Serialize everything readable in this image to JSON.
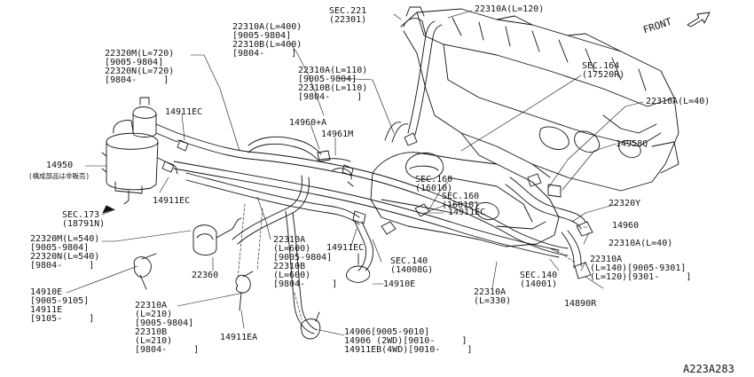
{
  "front_label": "FRONT",
  "drawing_ref": "A223A283",
  "labels": {
    "sec221": [
      "SEC.221",
      "(22301)"
    ],
    "l22310a_120": [
      "22310A(L=120)"
    ],
    "l22310a_400": [
      "22310A(L=400)",
      "[9005-9804]",
      "22310B(L=400)",
      "[9804-     ]"
    ],
    "l22320m_720": [
      "22320M(L=720)",
      "[9005-9804]",
      "22320N(L=720)",
      "[9804-     ]"
    ],
    "sec164": [
      "SEC.164",
      "(17520R)"
    ],
    "l22310a_110": [
      "22310A(L=110)",
      "[9005-9804]",
      "22310B(L=110)",
      "[9804-     ]"
    ],
    "l22310a_40_top": [
      "22310A(L=40)"
    ],
    "l14911ec_top": [
      "14911EC"
    ],
    "l14960a": [
      "14960+A"
    ],
    "l14961m": [
      "14961M"
    ],
    "l14958q": [
      "14958Q"
    ],
    "l14950": [
      "14950"
    ],
    "l14950_note": [
      "(構成部品は非販売)"
    ],
    "sec160_a": [
      "SEC.160",
      "(16010)"
    ],
    "sec160_b": [
      "SEC.160",
      "(16010)"
    ],
    "l14911ec_left": [
      "14911EC"
    ],
    "l14911ec_right": [
      "14911EC"
    ],
    "l22320y": [
      "22320Y"
    ],
    "sec173": [
      "SEC.173",
      "(18791N)"
    ],
    "l14960": [
      "14960"
    ],
    "l22310a_40_right": [
      "22310A(L=40)"
    ],
    "l22320m_540": [
      "22320M(L=540)",
      "[9005-9804]",
      "22320N(L=540)",
      "[9804-     ]"
    ],
    "l22310a_600": [
      "22310A",
      "(L=600)",
      "[9005-9804]",
      "22310B",
      "(L=600)",
      "[9804-     ]"
    ],
    "l14911ec_mid": [
      "14911EC"
    ],
    "sec140_a": [
      "SEC.140",
      "(14008G)"
    ],
    "l22310a_140": [
      "22310A",
      "(L=140)[9005-9301]",
      "(L=120)[9301-     ]"
    ],
    "l22360": [
      "22360"
    ],
    "l14910e_mid": [
      "14910E"
    ],
    "sec140_b": [
      "SEC.140",
      "(14001)"
    ],
    "l14910e_left": [
      "14910E",
      "[9005-9105]",
      "14911E",
      "[9105-     ]"
    ],
    "l22310a_330": [
      "22310A",
      "(L=330)"
    ],
    "l14890r": [
      "14890R"
    ],
    "l22310a_210": [
      "22310A",
      "(L=210)",
      "[9005-9804]",
      "22310B",
      "(L=210)",
      "[9804-     ]"
    ],
    "l14911ea": [
      "14911EA"
    ],
    "l14906": [
      "14906[9005-9010]",
      "14906 (2WD)[9010-     ]",
      "14911EB(4WD)[9010-     ]"
    ]
  }
}
